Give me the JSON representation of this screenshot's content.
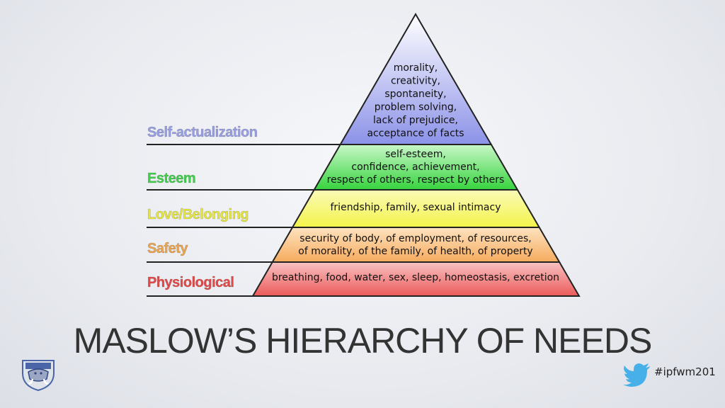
{
  "title": "MASLOW’S HIERARCHY OF NEEDS",
  "hashtag": "#ipfwm201",
  "icons": {
    "twitter": "twitter-bird-icon",
    "logo": "mastodon-crest-logo"
  },
  "levels": [
    {
      "name": "Self-actualization",
      "color": "#9aa0e6",
      "lines": [
        "morality,",
        "creativity,",
        "spontaneity,",
        "problem solving,",
        "lack of prejudice,",
        "acceptance of facts"
      ]
    },
    {
      "name": "Esteem",
      "color": "#3fd24a",
      "lines": [
        "self-esteem,",
        "confidence, achievement,",
        "respect of others, respect by others"
      ]
    },
    {
      "name": "Love/Belonging",
      "color": "#e9e93a",
      "lines": [
        "friendship, family, sexual intimacy"
      ]
    },
    {
      "name": "Safety",
      "color": "#f0a64e",
      "lines": [
        "security of body, of employment, of resources,",
        "of morality, of the family, of health, of property"
      ]
    },
    {
      "name": "Physiological",
      "color": "#e84848",
      "lines": [
        "breathing, food, water, sex, sleep, homeostasis, excretion"
      ]
    }
  ]
}
